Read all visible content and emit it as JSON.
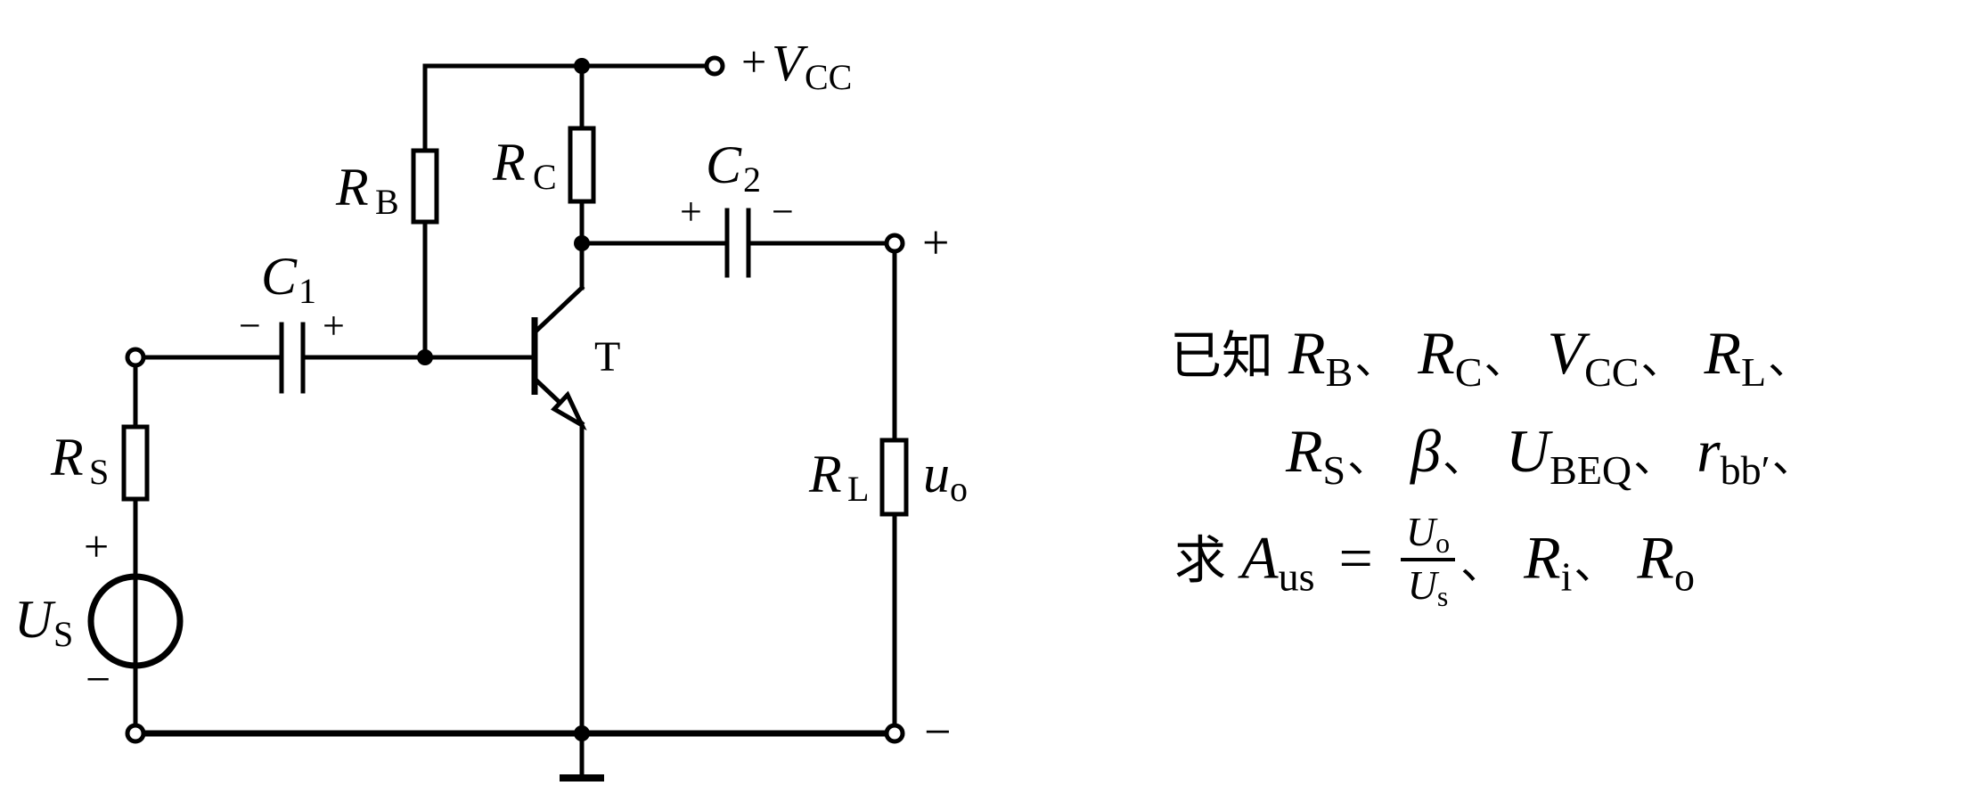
{
  "circuit": {
    "labels": {
      "vcc_plus": "+",
      "vcc_main": "V",
      "vcc_sub": "CC",
      "rb_main": "R",
      "rb_sub": "B",
      "rc_main": "R",
      "rc_sub": "C",
      "c1_main": "C",
      "c1_sub": "1",
      "c2_main": "C",
      "c2_sub": "2",
      "rs_main": "R",
      "rs_sub": "S",
      "us_main": "U",
      "us_sub": "S",
      "rl_main": "R",
      "rl_sub": "L",
      "uo_main": "u",
      "uo_sub": "o",
      "transistor": "T"
    },
    "polarity": {
      "c1_left": "−",
      "c1_right": "+",
      "c2_left": "+",
      "c2_right": "−",
      "us_top": "+",
      "us_bottom": "−",
      "out_top": "+",
      "out_bottom": "−"
    }
  },
  "problem": {
    "line1": {
      "prefix": "已知",
      "items": [
        {
          "main": "R",
          "sub": "B"
        },
        {
          "main": "R",
          "sub": "C"
        },
        {
          "main": "V",
          "sub": "CC"
        },
        {
          "main": "R",
          "sub": "L"
        }
      ]
    },
    "line2": {
      "items": [
        {
          "main": "R",
          "sub": "S"
        },
        {
          "main": "β",
          "sub": ""
        },
        {
          "main": "U",
          "sub": "BEQ"
        },
        {
          "main": "r",
          "sub": "bb′"
        }
      ]
    },
    "line3": {
      "prefix": "求",
      "gain_main": "A",
      "gain_sub": "us",
      "equals": "=",
      "num_main": "U",
      "num_sub": "o",
      "den_main": "U",
      "den_sub": "s",
      "ri_main": "R",
      "ri_sub": "i",
      "ro_main": "R",
      "ro_sub": "o"
    },
    "separator": "、"
  }
}
